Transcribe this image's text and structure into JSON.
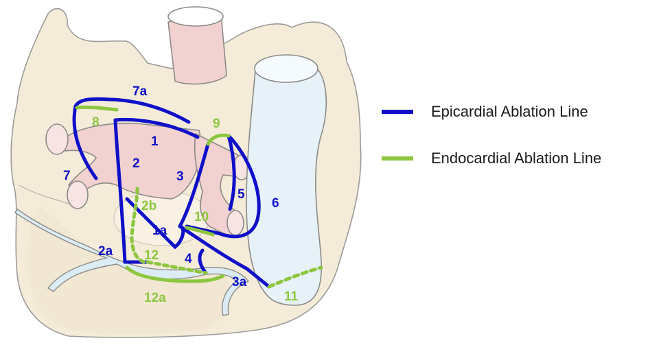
{
  "legend": {
    "epicardial_label": "Epicardial Ablation Line",
    "endocardial_label": "Endocardial Ablation Line"
  },
  "colors": {
    "epicardial": "#1010c8",
    "endocardial": "#8cc63f",
    "heart_fill": "#f4ecd9",
    "vessel_fill": "#f2d2d0",
    "vena_cava_fill": "#e6f2f8"
  },
  "labels": {
    "l7a": "7a",
    "l8": "8",
    "l1": "1",
    "l9": "9",
    "l7": "7",
    "l2": "2",
    "l3": "3",
    "l5": "5",
    "l6": "6",
    "l2b": "2b",
    "l10": "10",
    "l1a": "1a",
    "l2a": "2a",
    "l12": "12",
    "l4": "4",
    "l3a": "3a",
    "l11": "11",
    "l12a": "12a"
  }
}
